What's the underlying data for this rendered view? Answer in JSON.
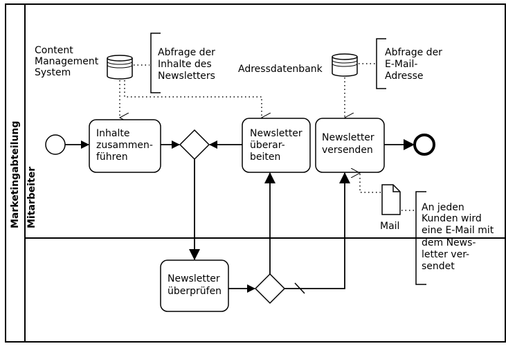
{
  "pool": {
    "label": "Marketingabteilung"
  },
  "lanes": [
    {
      "id": "mitarbeiter",
      "label": "Mitarbeiter"
    }
  ],
  "data_stores": [
    {
      "id": "cms",
      "label_lines": [
        "Content",
        "Management",
        "System"
      ]
    },
    {
      "id": "adressdb",
      "label_lines": [
        "Adressdatenbank"
      ]
    }
  ],
  "annotations": [
    {
      "id": "cms-note",
      "lines": [
        "Abfrage der",
        "Inhalte des",
        "Newsletters"
      ]
    },
    {
      "id": "adress-note",
      "lines": [
        "Abfrage der",
        "E-Mail-",
        "Adresse"
      ]
    },
    {
      "id": "mail-note",
      "lines": [
        "An jeden",
        "Kunden wird",
        "eine E-Mail mit",
        "dem News-",
        "letter ver-",
        "sendet"
      ]
    }
  ],
  "tasks": [
    {
      "id": "inhalte",
      "lines": [
        "Inhalte",
        "zusammen-",
        "führen"
      ]
    },
    {
      "id": "ueberarbeiten",
      "lines": [
        "Newsletter",
        "überar-",
        "beiten"
      ]
    },
    {
      "id": "versenden",
      "lines": [
        "Newsletter",
        "versenden"
      ]
    },
    {
      "id": "ueberpruefen",
      "lines": [
        "Newsletter",
        "überprüfen"
      ]
    }
  ],
  "data_object": {
    "label": "Mail"
  }
}
